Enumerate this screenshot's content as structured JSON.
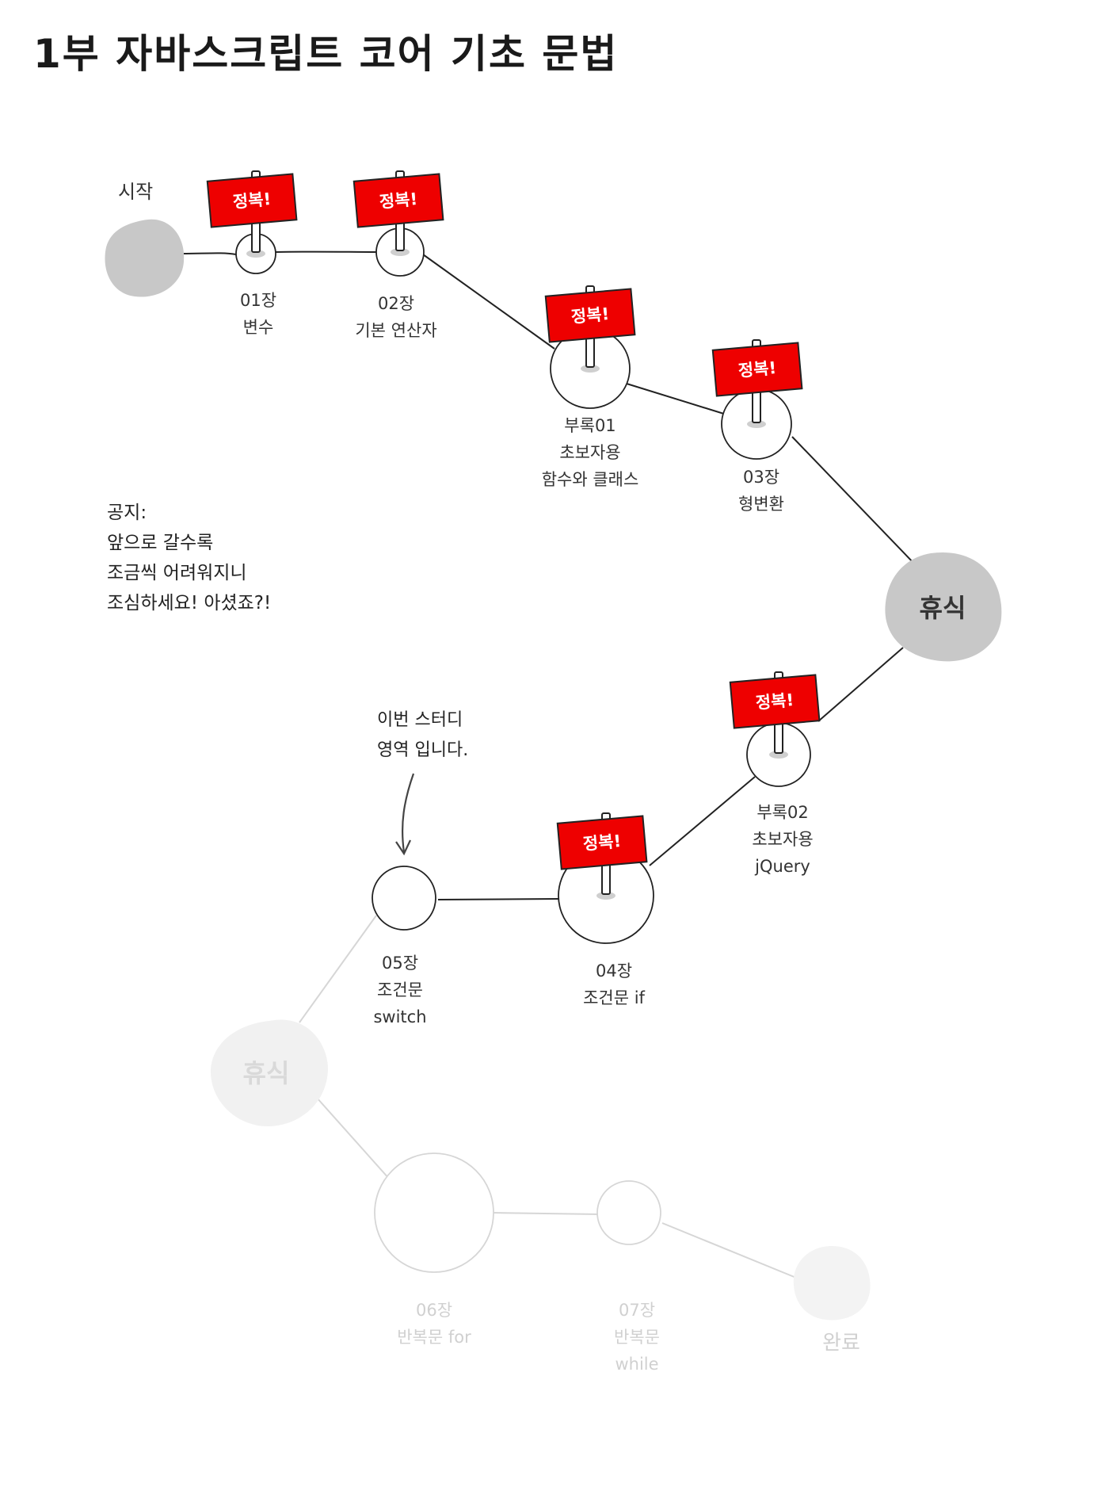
{
  "title": "1부 자바스크립트 코어 기초 문법",
  "start_label": "시작",
  "conquered_label": "정복!",
  "rest_label": "휴식",
  "end_label": "완료",
  "colors": {
    "flag": "#ee0000",
    "blob": "#c8c8c8",
    "blob_faded": "#f1f1f1",
    "line": "#222222",
    "line_faded": "#d6d6d6"
  },
  "nodes": [
    {
      "id": "ch01",
      "lines": [
        "01장",
        "변수"
      ],
      "conquered": true
    },
    {
      "id": "ch02",
      "lines": [
        "02장",
        "기본 연산자"
      ],
      "conquered": true
    },
    {
      "id": "ap01",
      "lines": [
        "부록01",
        "초보자용",
        "함수와 클래스"
      ],
      "conquered": true
    },
    {
      "id": "ch03",
      "lines": [
        "03장",
        "형변환"
      ],
      "conquered": true
    },
    {
      "id": "ap02",
      "lines": [
        "부록02",
        "초보자용",
        "jQuery"
      ],
      "conquered": true
    },
    {
      "id": "ch04",
      "lines": [
        "04장",
        "조건문 if"
      ],
      "conquered": true
    },
    {
      "id": "ch05",
      "lines": [
        "05장",
        "조건문",
        "switch"
      ],
      "conquered": false
    },
    {
      "id": "ch06",
      "lines": [
        "06장",
        "반복문 for"
      ],
      "conquered": false
    },
    {
      "id": "ch07",
      "lines": [
        "07장",
        "반복문",
        "while"
      ],
      "conquered": false
    }
  ],
  "notice": {
    "lines": [
      "공지:",
      "앞으로 갈수록",
      "조금씩 어려워지니",
      "조심하세요! 아셨죠?!"
    ]
  },
  "study_note": {
    "lines": [
      "이번 스터디",
      "영역 입니다."
    ]
  }
}
